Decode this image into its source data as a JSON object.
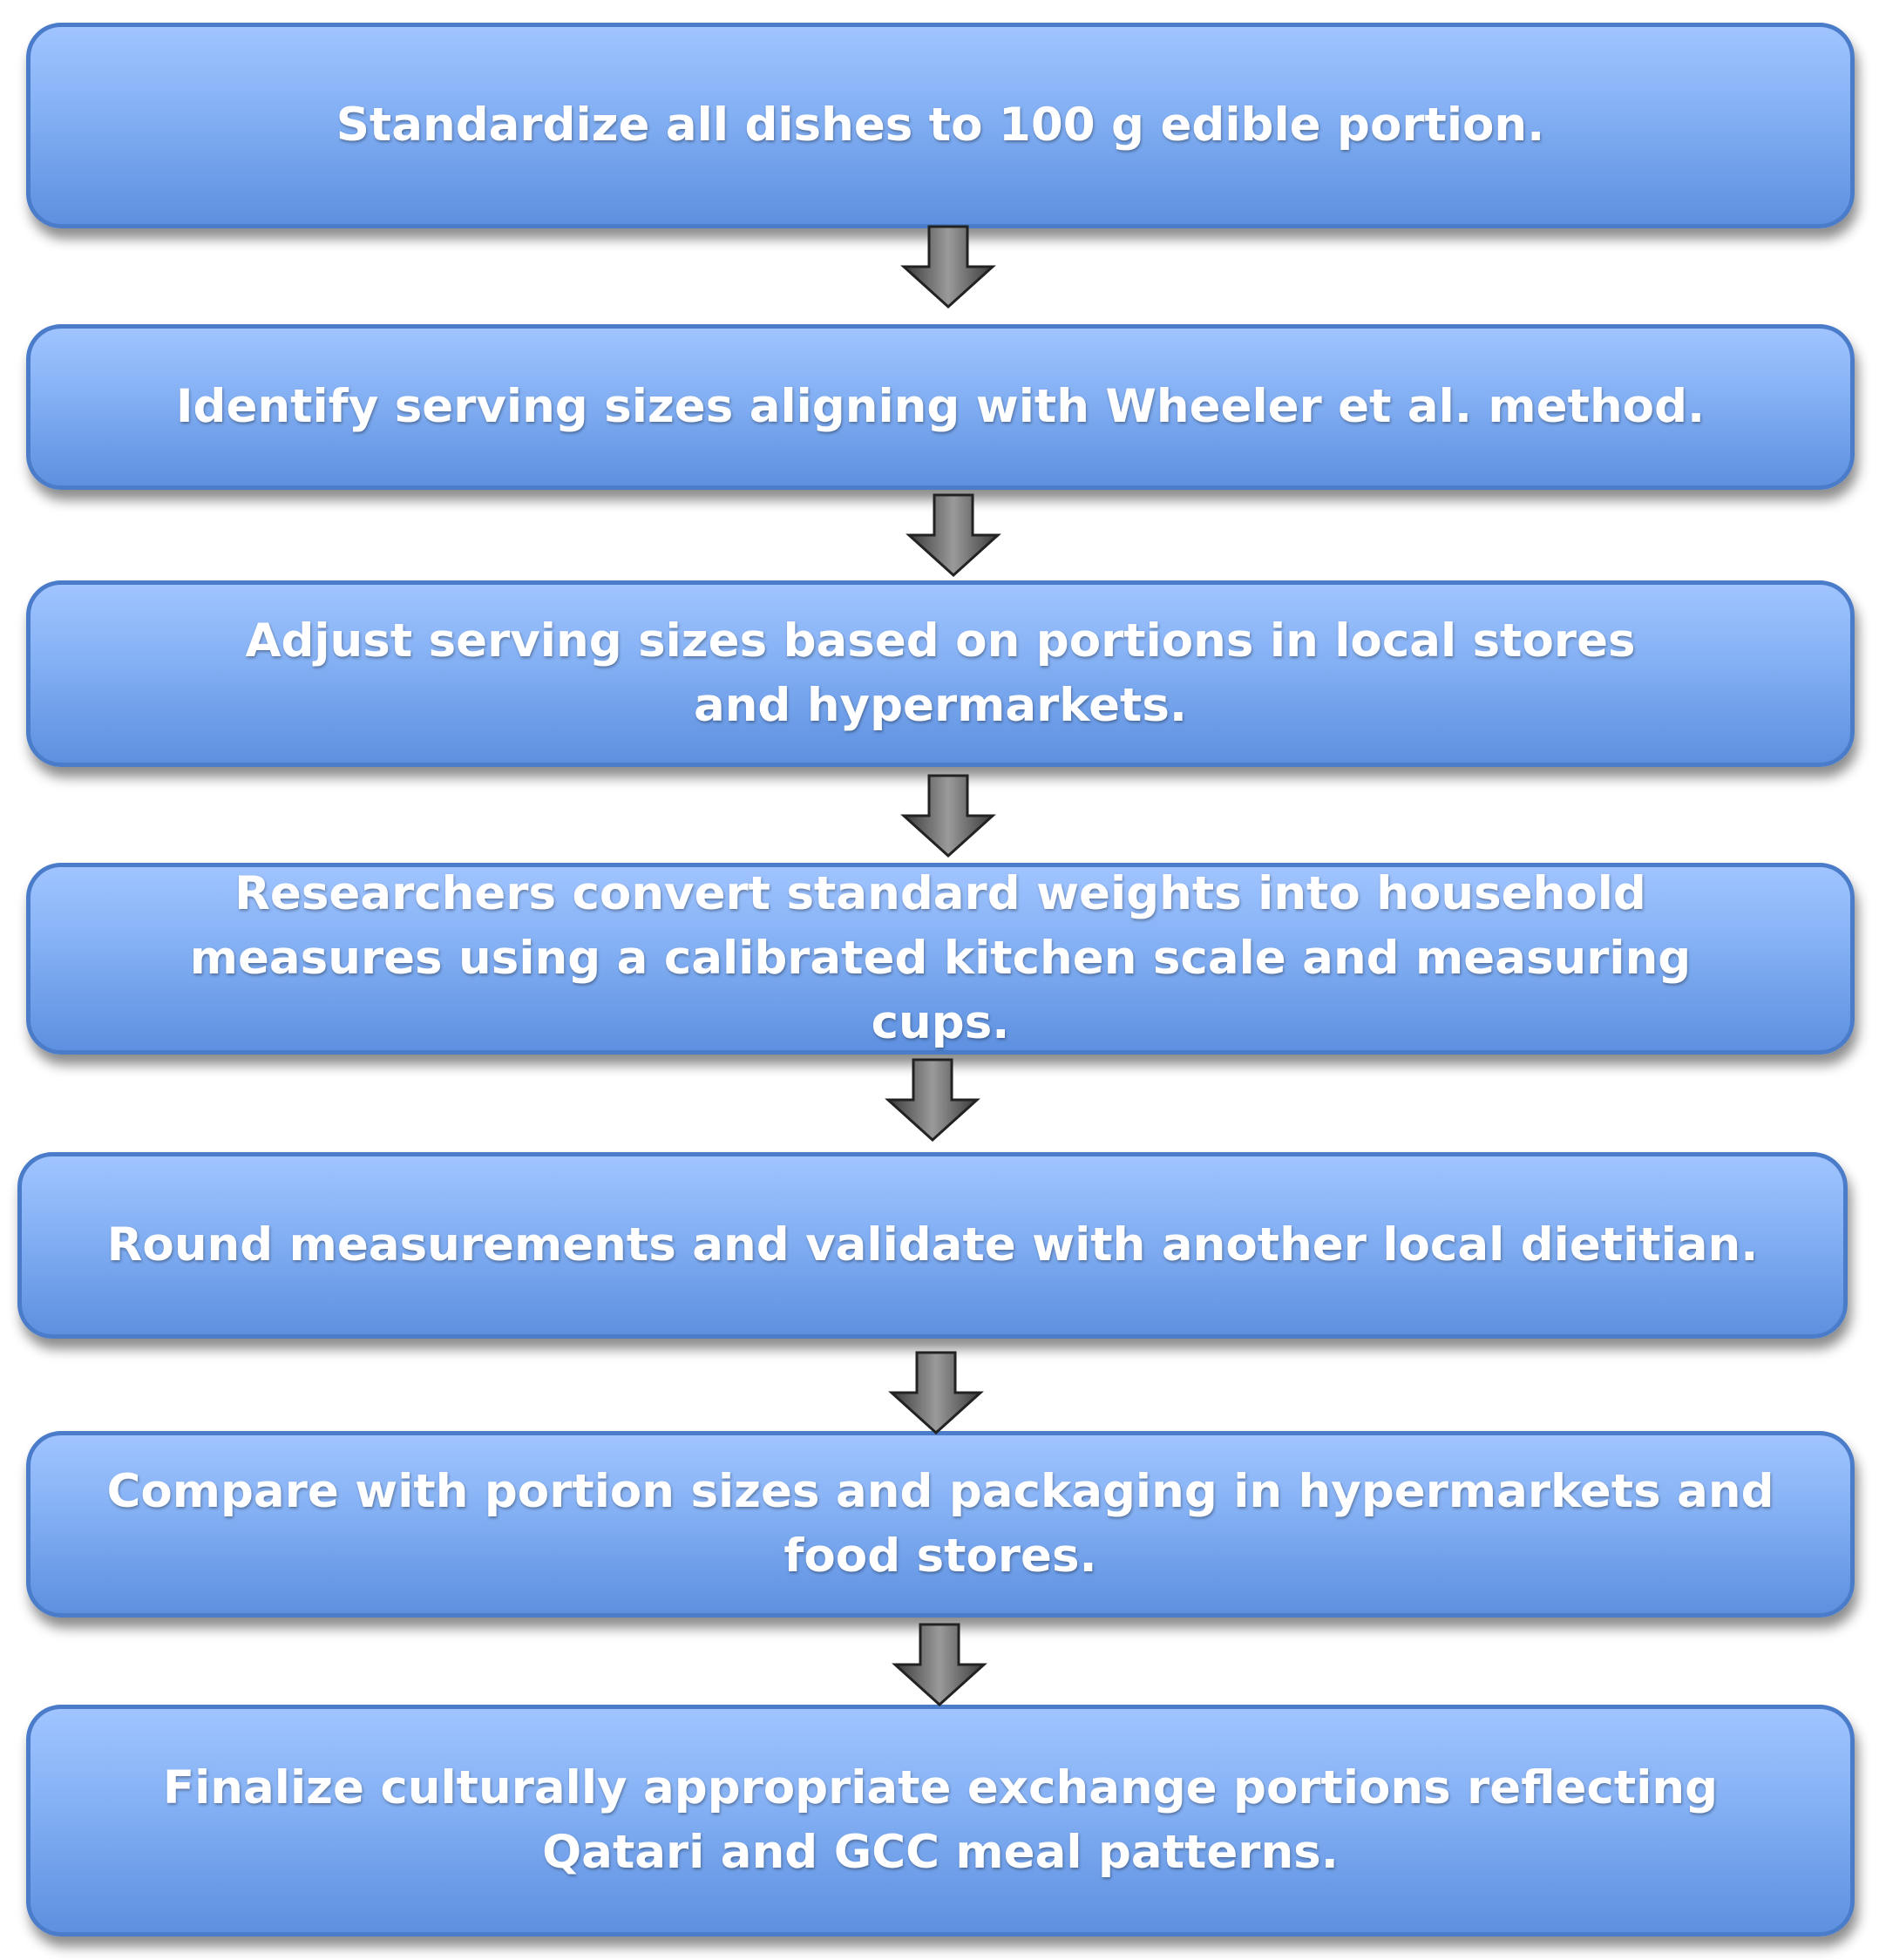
{
  "steps": [
    {
      "text": "Standardize all dishes to 100 g edible portion."
    },
    {
      "text": "Identify serving sizes aligning with Wheeler et al. method."
    },
    {
      "text": "Adjust serving sizes based on portions in local stores and hypermarkets."
    },
    {
      "text": "Researchers convert standard weights into household measures using a calibrated kitchen scale and measuring cups."
    },
    {
      "text": "Round measurements and validate with another local dietitian."
    },
    {
      "text": "Compare with portion sizes and packaging in hypermarkets and food stores."
    },
    {
      "text": "Finalize culturally appropriate exchange portions reflecting Qatari and GCC meal patterns."
    }
  ],
  "colors": {
    "box_top": "#a0c4ff",
    "box_bottom": "#5d90e0",
    "box_border": "#4a7cc9",
    "text": "#ffffff",
    "arrow": "#555555"
  },
  "arrow_icon": "down-arrow-icon"
}
